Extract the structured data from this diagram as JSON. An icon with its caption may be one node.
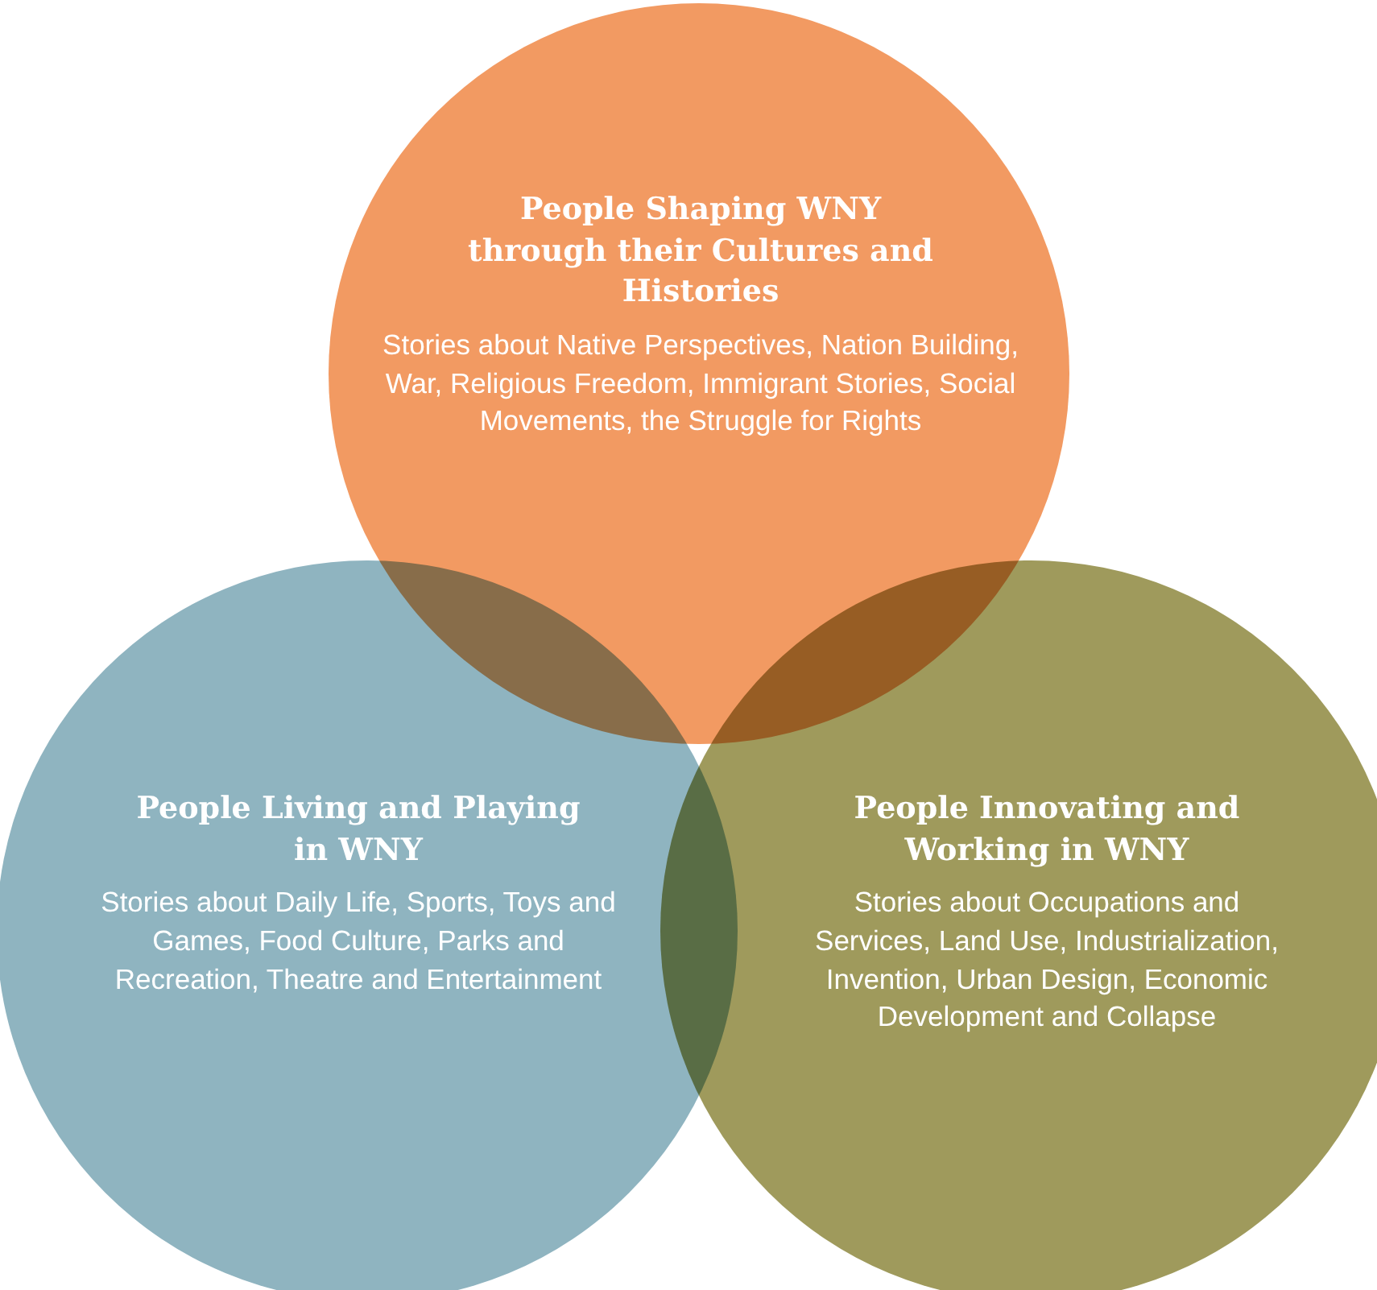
{
  "diagram": {
    "nodes": [
      {
        "text": [
          "People Shaping WNY through their Cultures and Histories",
          "Stories about Native Perspectives, Nation Building, War, Religious Freedom, Immigrant Stories, Social Movements, the Struggle for Rights"
        ]
      },
      {
        "text": [
          "People Living and Playing in WNY",
          "Stories about Daily Life, Sports, Toys and Games, Food Culture, Parks and Recreation, Theatre and Entertainment"
        ]
      },
      {
        "text": [
          "People Innovating and Working in WNY",
          "Stories about Occupations and Services, Land Use, Industrialization, Invention, Urban Design, Economic Development and Collapse"
        ]
      }
    ]
  }
}
